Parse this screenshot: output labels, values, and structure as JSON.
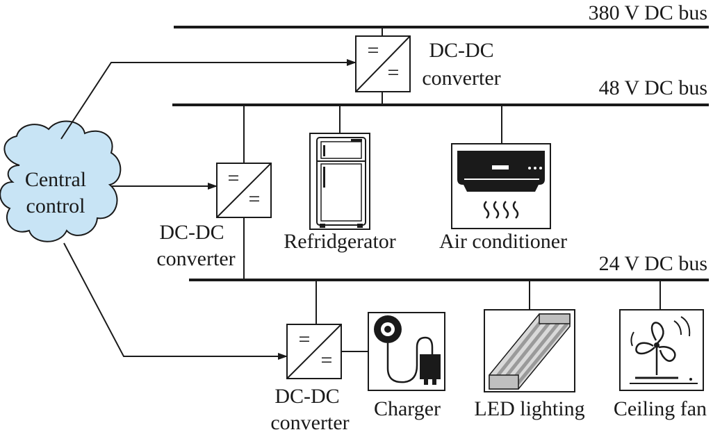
{
  "buses": {
    "bus_380": "380 V DC bus",
    "bus_48": "48 V DC bus",
    "bus_24": "24 V DC bus"
  },
  "central_control": {
    "line1": "Central",
    "line2": "control",
    "fill": "#c8e4f5"
  },
  "converters": {
    "top": {
      "line1": "DC-DC",
      "line2": "converter"
    },
    "middle": {
      "line1": "DC-DC",
      "line2": "converter"
    },
    "bottom": {
      "line1": "DC-DC",
      "line2": "converter"
    },
    "symbol_in": "=",
    "symbol_out": "="
  },
  "loads": {
    "refrigerator": "Refridgerator",
    "air_conditioner": "Air conditioner",
    "charger": "Charger",
    "led_lighting": "LED lighting",
    "ceiling_fan": "Ceiling fan"
  }
}
